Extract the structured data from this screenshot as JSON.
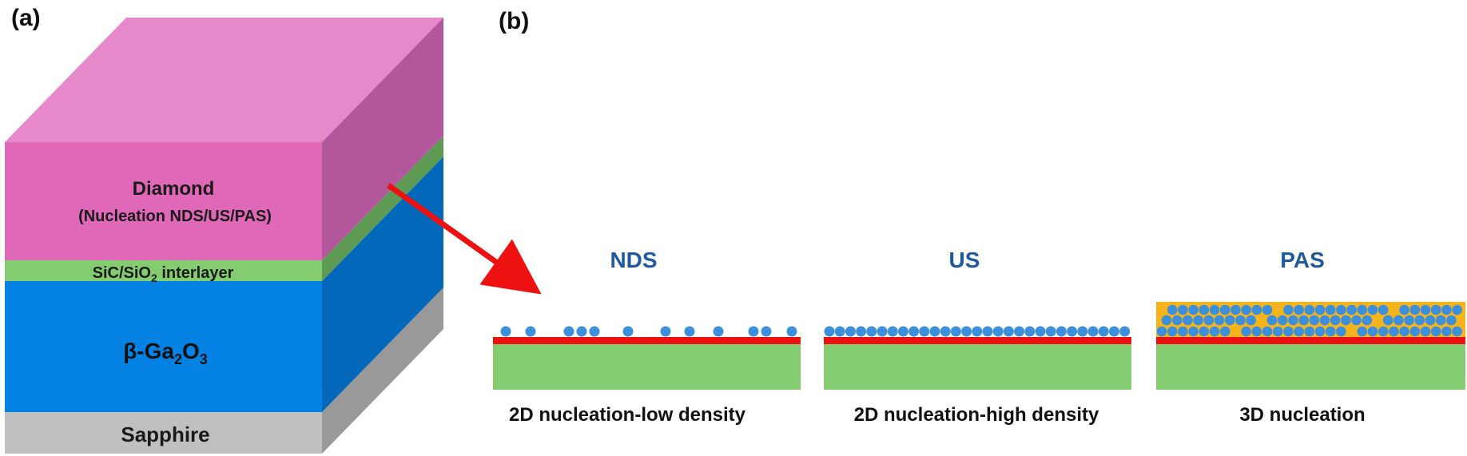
{
  "panel_a": {
    "label": "(a)",
    "diamond_title": "Diamond",
    "diamond_sub": "(Nucleation NDS/US/PAS)",
    "interlayer_pre": "SiC/SiO",
    "interlayer_sub": "2",
    "interlayer_post": " interlayer",
    "ga_beta": "β-Ga",
    "ga_sub1": "2",
    "ga_o": "O",
    "ga_sub2": "3",
    "sapphire": "Sapphire"
  },
  "panel_b": {
    "label": "(b)",
    "methods": [
      {
        "name": "NDS",
        "caption": "2D nucleation-low density"
      },
      {
        "name": "US",
        "caption": "2D nucleation-high density"
      },
      {
        "name": "PAS",
        "caption": "3D nucleation"
      }
    ]
  },
  "colors": {
    "diamond_front": "#e068b8",
    "diamond_top": "#e689cb",
    "diamond_side": "#b3579d",
    "interlayer_front": "#83cc70",
    "interlayer_side": "#5f9a55",
    "ga_front": "#0382e3",
    "ga_side": "#0268b9",
    "sapphire_front": "#c0c0c0",
    "sapphire_side": "#999999",
    "arrow": "#ee1111",
    "substrate": "#83cc70",
    "interface": "#ee1111",
    "nucleus": "#3b8fdb",
    "pas_matrix": "#f5b31c",
    "method_text": "#1f5aa0"
  }
}
